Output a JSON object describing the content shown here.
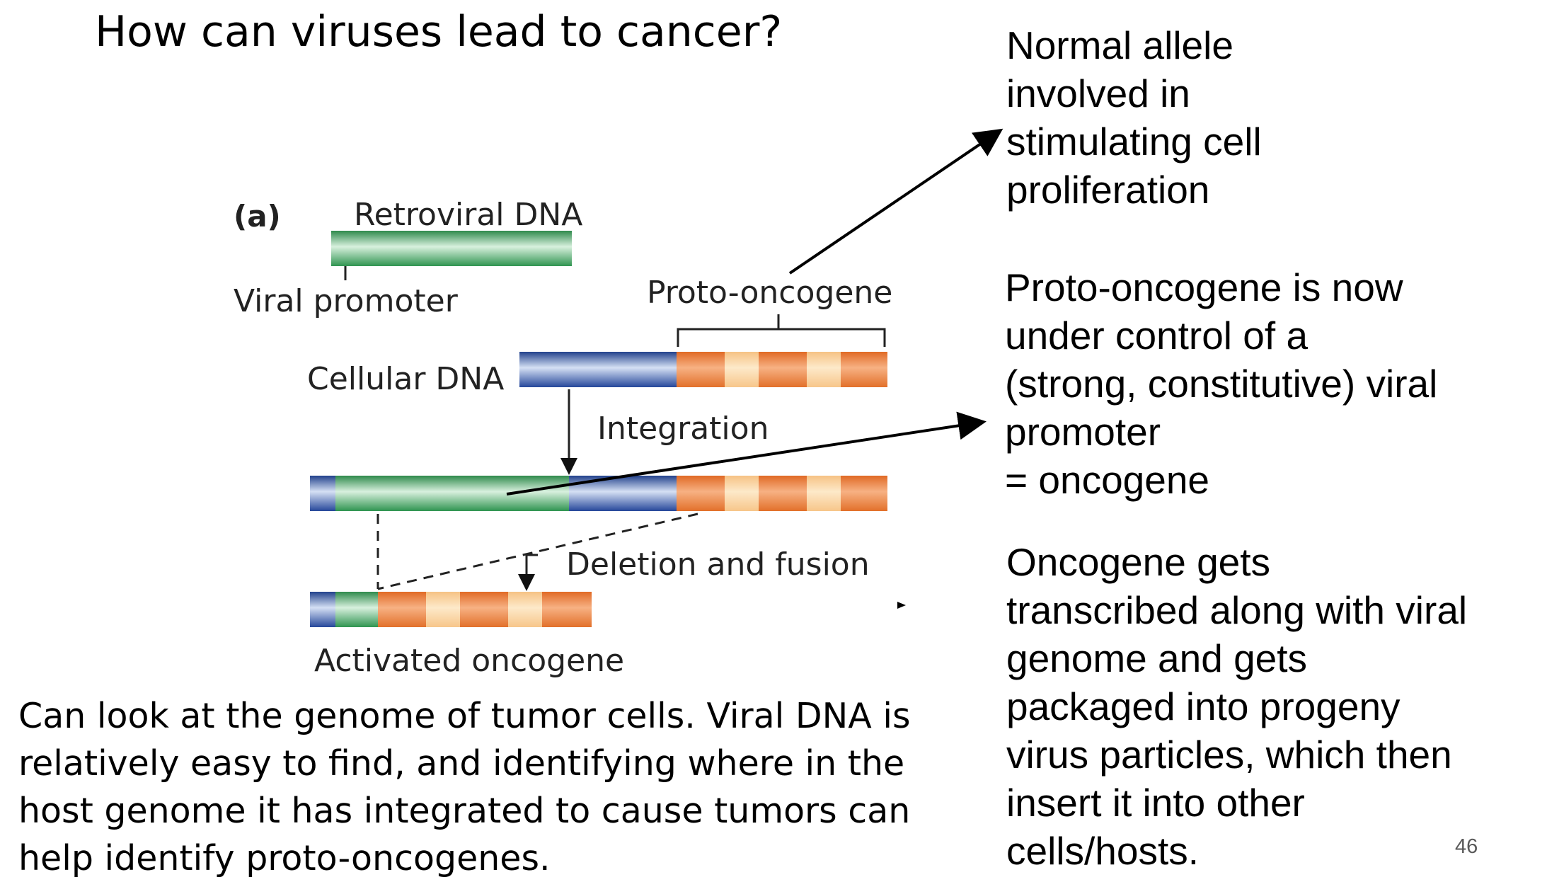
{
  "slide": {
    "title": "How can viruses lead to cancer?",
    "number": "46"
  },
  "diagram": {
    "panel_label": "(a)",
    "retroviral_dna": "Retroviral DNA",
    "viral_promoter": "Viral promoter",
    "proto_oncogene": "Proto-oncogene",
    "cellular_dna": "Cellular DNA",
    "integration": "Integration",
    "deletion_fusion": "Deletion and fusion",
    "activated_oncogene": "Activated oncogene"
  },
  "notes": {
    "normal_allele": [
      "Normal allele",
      "involved in",
      "stimulating cell",
      "proliferation"
    ],
    "proto_control": [
      "Proto-oncogene is now",
      "under control of a",
      "(strong, constitutive) viral",
      "promoter",
      "= oncogene"
    ],
    "oncogene_transcribed": [
      "Oncogene gets",
      "transcribed along with viral",
      "genome and gets",
      "packaged into progeny",
      "virus particles, which then",
      "insert it into other",
      "cells/hosts."
    ]
  },
  "bottom_text": [
    "Can look at the genome of tumor cells. Viral DNA is",
    "relatively easy to find, and identifying where in the",
    "host genome it has integrated to cause tumors can",
    "help identify proto-oncogenes."
  ],
  "colors": {
    "viral_green": "#3aa35c",
    "cellular_blue": "#2b4fa0",
    "oncogene_orange": "#e4742f",
    "oncogene_light": "#f9cc8f"
  }
}
